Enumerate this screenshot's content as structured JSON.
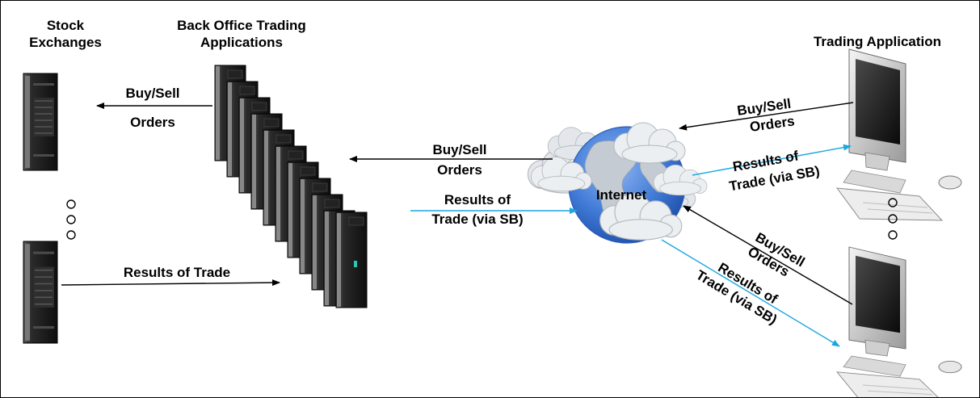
{
  "colors": {
    "black_arrow": "#000000",
    "blue_arrow": "#1aa7e0",
    "globe_ocean": "#3f79d6",
    "globe_land": "#c4cbd3",
    "cloud": "#e7ebef",
    "server_body": "#1b1b1b"
  },
  "labels": {
    "stock_exchanges_line1": "Stock",
    "stock_exchanges_line2": "Exchanges",
    "back_office_line1": "Back Office Trading",
    "back_office_line2": "Applications",
    "trading_application": "Trading Application",
    "internet": "Internet"
  },
  "arrows": {
    "exchange_orders": {
      "line1": "Buy/Sell",
      "line2": "Orders"
    },
    "results_of_trade": "Results of Trade",
    "internet_orders": {
      "line1": "Buy/Sell",
      "line2": "Orders"
    },
    "internet_results": {
      "line1": "Results of",
      "line2": "Trade (via SB)"
    },
    "top_client_orders": {
      "line1": "Buy/Sell",
      "line2": "Orders"
    },
    "top_client_results": {
      "line1": "Results of",
      "line2": "Trade (via SB)"
    },
    "bottom_client_orders": {
      "line1": "Buy/Sell",
      "line2": "Orders"
    },
    "bottom_client_results": {
      "line1": "Results of",
      "line2": "Trade (via SB)"
    }
  },
  "icons": {
    "server": "tower-server-icon",
    "server_rack": "server-rack-icon",
    "client": "desktop-computer-icon",
    "internet": "globe-cloud-icon",
    "ellipsis": "vertical-ellipsis-icon"
  }
}
